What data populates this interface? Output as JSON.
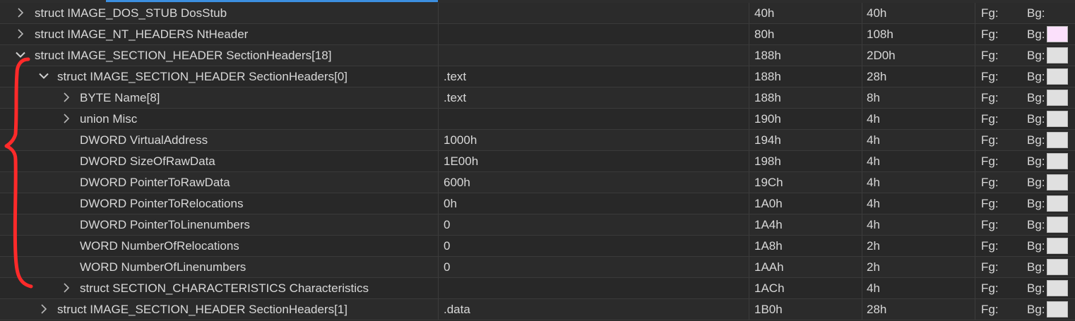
{
  "colors": {
    "background": "#282828",
    "row_alt": "#2b2b2b",
    "text": "#d8d8d8",
    "accent": "#3c8fe0",
    "swatch_default": "#e0e0e0",
    "swatch_pink": "#fbe0fb",
    "annotation": "#ff2a2a"
  },
  "rows": [
    {
      "name": "struct IMAGE_DOS_STUB DosStub",
      "value": "",
      "start": "40h",
      "size": "40h",
      "fg": "Fg:",
      "bg": "Bg:",
      "toggle": "collapsed",
      "indent": 0,
      "swatch": "none"
    },
    {
      "name": "struct IMAGE_NT_HEADERS NtHeader",
      "value": "",
      "start": "80h",
      "size": "108h",
      "fg": "Fg:",
      "bg": "Bg:",
      "toggle": "collapsed",
      "indent": 0,
      "swatch": "#fbe0fb"
    },
    {
      "name": "struct IMAGE_SECTION_HEADER SectionHeaders[18]",
      "value": "",
      "start": "188h",
      "size": "2D0h",
      "fg": "Fg:",
      "bg": "Bg:",
      "toggle": "expanded",
      "indent": 0,
      "swatch": "#e0e0e0"
    },
    {
      "name": "struct IMAGE_SECTION_HEADER SectionHeaders[0]",
      "value": ".text",
      "start": "188h",
      "size": "28h",
      "fg": "Fg:",
      "bg": "Bg:",
      "toggle": "expanded",
      "indent": 1,
      "swatch": "#e0e0e0"
    },
    {
      "name": "BYTE Name[8]",
      "value": ".text",
      "start": "188h",
      "size": "8h",
      "fg": "Fg:",
      "bg": "Bg:",
      "toggle": "collapsed",
      "indent": 2,
      "swatch": "#e0e0e0"
    },
    {
      "name": "union Misc",
      "value": "",
      "start": "190h",
      "size": "4h",
      "fg": "Fg:",
      "bg": "Bg:",
      "toggle": "collapsed",
      "indent": 2,
      "swatch": "#e0e0e0"
    },
    {
      "name": "DWORD VirtualAddress",
      "value": "1000h",
      "start": "194h",
      "size": "4h",
      "fg": "Fg:",
      "bg": "Bg:",
      "toggle": "none",
      "indent": 2,
      "swatch": "#e0e0e0"
    },
    {
      "name": "DWORD SizeOfRawData",
      "value": "1E00h",
      "start": "198h",
      "size": "4h",
      "fg": "Fg:",
      "bg": "Bg:",
      "toggle": "none",
      "indent": 2,
      "swatch": "#e0e0e0"
    },
    {
      "name": "DWORD PointerToRawData",
      "value": "600h",
      "start": "19Ch",
      "size": "4h",
      "fg": "Fg:",
      "bg": "Bg:",
      "toggle": "none",
      "indent": 2,
      "swatch": "#e0e0e0"
    },
    {
      "name": "DWORD PointerToRelocations",
      "value": "0h",
      "start": "1A0h",
      "size": "4h",
      "fg": "Fg:",
      "bg": "Bg:",
      "toggle": "none",
      "indent": 2,
      "swatch": "#e0e0e0"
    },
    {
      "name": "DWORD PointerToLinenumbers",
      "value": "0",
      "start": "1A4h",
      "size": "4h",
      "fg": "Fg:",
      "bg": "Bg:",
      "toggle": "none",
      "indent": 2,
      "swatch": "#e0e0e0"
    },
    {
      "name": "WORD NumberOfRelocations",
      "value": "0",
      "start": "1A8h",
      "size": "2h",
      "fg": "Fg:",
      "bg": "Bg:",
      "toggle": "none",
      "indent": 2,
      "swatch": "#e0e0e0"
    },
    {
      "name": "WORD NumberOfLinenumbers",
      "value": "0",
      "start": "1AAh",
      "size": "2h",
      "fg": "Fg:",
      "bg": "Bg:",
      "toggle": "none",
      "indent": 2,
      "swatch": "#e0e0e0"
    },
    {
      "name": "struct SECTION_CHARACTERISTICS Characteristics",
      "value": "",
      "start": "1ACh",
      "size": "4h",
      "fg": "Fg:",
      "bg": "Bg:",
      "toggle": "collapsed",
      "indent": 2,
      "swatch": "#e0e0e0"
    },
    {
      "name": "struct IMAGE_SECTION_HEADER SectionHeaders[1]",
      "value": ".data",
      "start": "1B0h",
      "size": "28h",
      "fg": "Fg:",
      "bg": "Bg:",
      "toggle": "collapsed",
      "indent": 1,
      "swatch": "#e0e0e0"
    }
  ]
}
